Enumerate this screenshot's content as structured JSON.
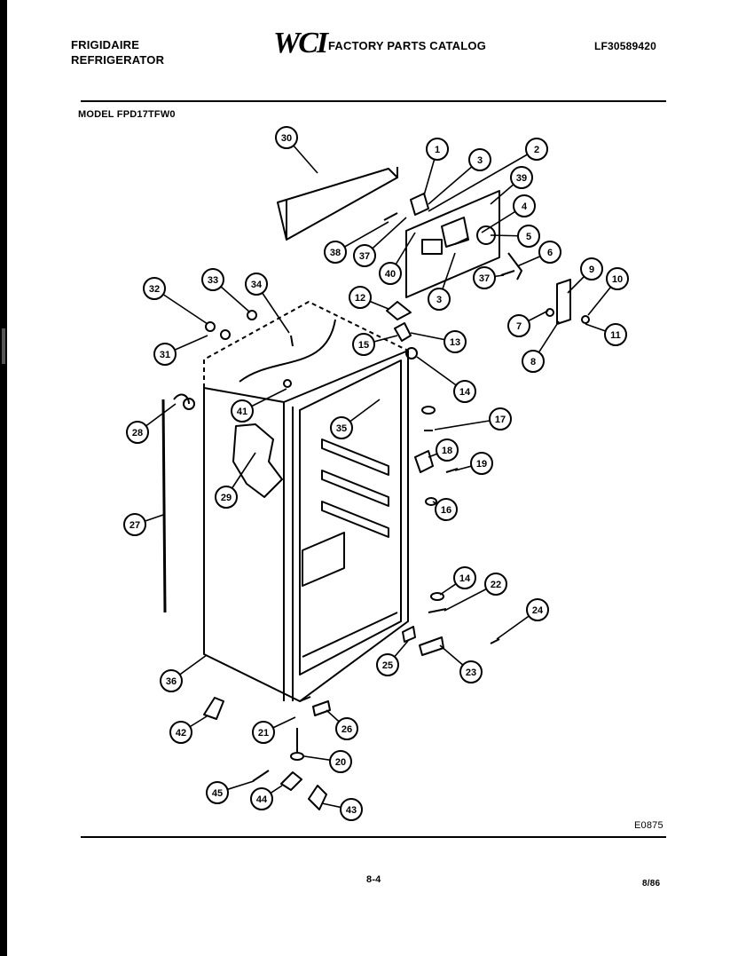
{
  "header": {
    "brand": "FRIGIDAIRE",
    "product": "REFRIGERATOR",
    "logo": "WCI",
    "catalog_title": "FACTORY PARTS CATALOG",
    "doc_number": "LF30589420"
  },
  "model_label": "MODEL FPD17TFW0",
  "footer": {
    "drawing_number": "E0875",
    "page_number": "8-4",
    "date": "8/86"
  },
  "callouts": [
    "30",
    "1",
    "3",
    "2",
    "39",
    "4",
    "5",
    "6",
    "38",
    "37",
    "40",
    "3",
    "37",
    "9",
    "10",
    "11",
    "7",
    "8",
    "32",
    "33",
    "34",
    "12",
    "13",
    "15",
    "31",
    "14",
    "17",
    "28",
    "41",
    "35",
    "18",
    "19",
    "29",
    "16",
    "27",
    "14",
    "22",
    "24",
    "25",
    "23",
    "36",
    "21",
    "26",
    "42",
    "20",
    "45",
    "44",
    "43"
  ]
}
